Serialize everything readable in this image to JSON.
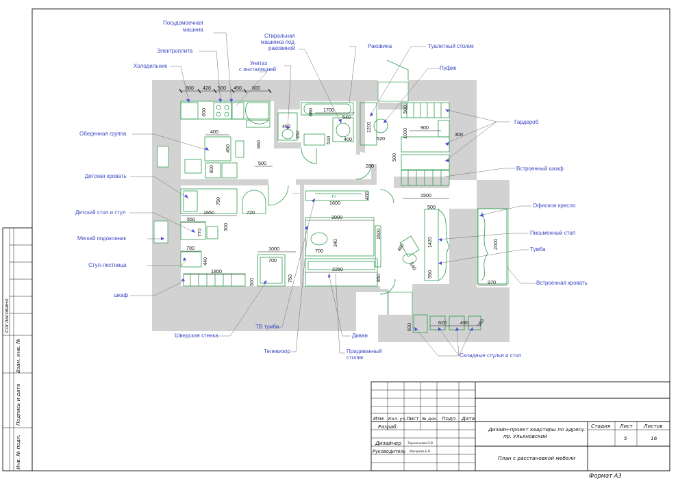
{
  "labels": {
    "dishwasher": [
      "Посудомоечная",
      "машина"
    ],
    "stove": "Электроплита",
    "fridge": "Холодильник",
    "washer": [
      "Стиральная",
      "машинка под",
      "раковиной"
    ],
    "toilet": [
      "Унитаз",
      "с инсталяцией"
    ],
    "sink": "Раковина",
    "dresser": "Туалетный столик",
    "pouf": "Пуфик",
    "wardrobe": "Гардероб",
    "built_in_wardrobe": "Встроенный шкаф",
    "dining": "Обеденная группа",
    "kids_bed": "Детская кровать",
    "kids_table": "Детский стол и стул",
    "soft_sill": "Мягкий подоконник",
    "step_stool": "Стул-лестница",
    "cabinet": "шкаф",
    "swedish_wall": "Шведская стенка",
    "tv_stand": "ТВ тумба",
    "tv": "Телевизор",
    "sofa": "Диван",
    "side_table": [
      "Придиванный",
      "столик"
    ],
    "office_chair": "Офисное кресло",
    "desk": "Письменный стол",
    "nightstand": "Тумба",
    "built_in_bed": "Встроенная кровать",
    "folding": "Складные стулья и стол"
  },
  "dimensions": {
    "kitchen_top": [
      "600",
      "420",
      "500",
      "450",
      "800"
    ],
    "kitchen": [
      "600",
      "400",
      "450",
      "660",
      "500",
      "800"
    ],
    "bath": [
      "460",
      "350",
      "680",
      "1700",
      "540",
      "510",
      "400"
    ],
    "dressing": [
      "1200",
      "520",
      "500",
      "900",
      "1000",
      "300",
      "500",
      "280",
      "1500"
    ],
    "kids": [
      "750",
      "1650",
      "720",
      "550",
      "770",
      "300",
      "700",
      "440",
      "1800",
      "1000",
      "700",
      "750",
      "500"
    ],
    "living": [
      "1600",
      "400",
      "2000",
      "340",
      "700",
      "1500",
      "2250",
      "850"
    ],
    "bedroom": [
      "500",
      "460",
      "540",
      "1420",
      "550",
      "2000",
      "970"
    ],
    "balcony": [
      "600",
      "620",
      "490",
      "360"
    ]
  },
  "tv_mark": "TV",
  "side_labels": [
    "Согласовано",
    "Взам. инв. №",
    "Подпись и дата",
    "Инв. № подл."
  ],
  "title_block": {
    "col_headers": [
      "Изм.",
      "Кол. уч.",
      "Лист",
      "№ док.",
      "Подп.",
      "Дата"
    ],
    "roles": [
      "Разраб.",
      "Дизайнер",
      "Руководитель"
    ],
    "names": [
      "Тарасенкова О.В.",
      "Макарова Е.В."
    ],
    "project": [
      "Дизайн-проект квартиры по адресу:",
      "пр. Ульяновский"
    ],
    "sheet_title": "План с расстановкой мебели",
    "stage_header": "Стадия",
    "sheet_header": "Лист",
    "sheets_header": "Листов",
    "sheet_no": "5",
    "sheets_total": "16"
  },
  "format": "Формат А3",
  "colors": {
    "label": "#3a47c0",
    "furniture": "#2a9a4a",
    "wall": "#d2d2d2",
    "arrow": "#4a4adf"
  }
}
